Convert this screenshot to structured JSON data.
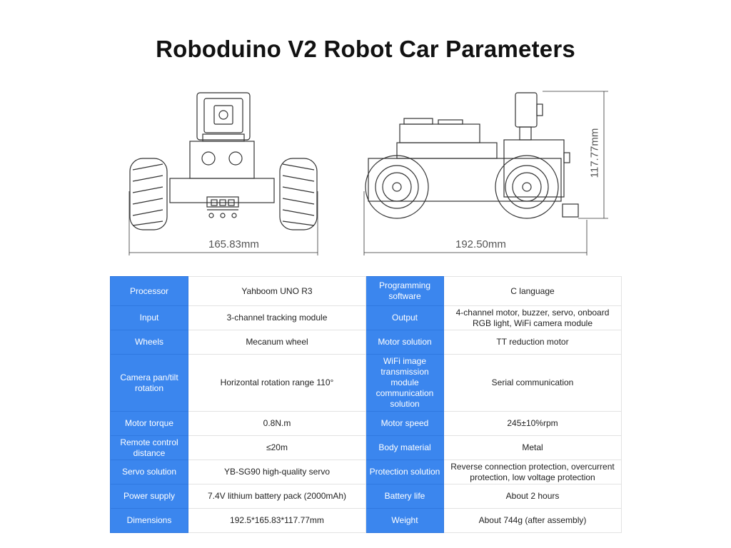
{
  "title": "Roboduino V2 Robot Car Parameters",
  "dimensions": {
    "front_width": "165.83mm",
    "side_length": "192.50mm",
    "height": "117.77mm"
  },
  "colors": {
    "header_blue": "#3b86ee",
    "text": "#222222"
  },
  "specs": [
    {
      "k1": "Processor",
      "v1": "Yahboom UNO R3",
      "k2": "Programming software",
      "v2": "C language"
    },
    {
      "k1": "Input",
      "v1": "3-channel tracking module",
      "k2": "Output",
      "v2": "4-channel motor, buzzer, servo, onboard RGB light, WiFi camera module"
    },
    {
      "k1": "Wheels",
      "v1": "Mecanum wheel",
      "k2": "Motor solution",
      "v2": "TT reduction motor"
    },
    {
      "k1": "Camera pan/tilt rotation",
      "v1": "Horizontal rotation range 110°",
      "k2": "WiFi image transmission module communication solution",
      "v2": "Serial communication"
    },
    {
      "k1": "Motor torque",
      "v1": "0.8N.m",
      "k2": "Motor speed",
      "v2": "245±10%rpm"
    },
    {
      "k1": "Remote control distance",
      "v1": "≤20m",
      "k2": "Body material",
      "v2": "Metal"
    },
    {
      "k1": "Servo solution",
      "v1": "YB-SG90 high-quality servo",
      "k2": "Protection solution",
      "v2": "Reverse connection protection, overcurrent protection, low voltage protection"
    },
    {
      "k1": "Power supply",
      "v1": "7.4V lithium battery pack (2000mAh)",
      "k2": "Battery life",
      "v2": "About 2 hours"
    },
    {
      "k1": "Dimensions",
      "v1": "192.5*165.83*117.77mm",
      "k2": "Weight",
      "v2": "About 744g (after assembly)"
    }
  ]
}
